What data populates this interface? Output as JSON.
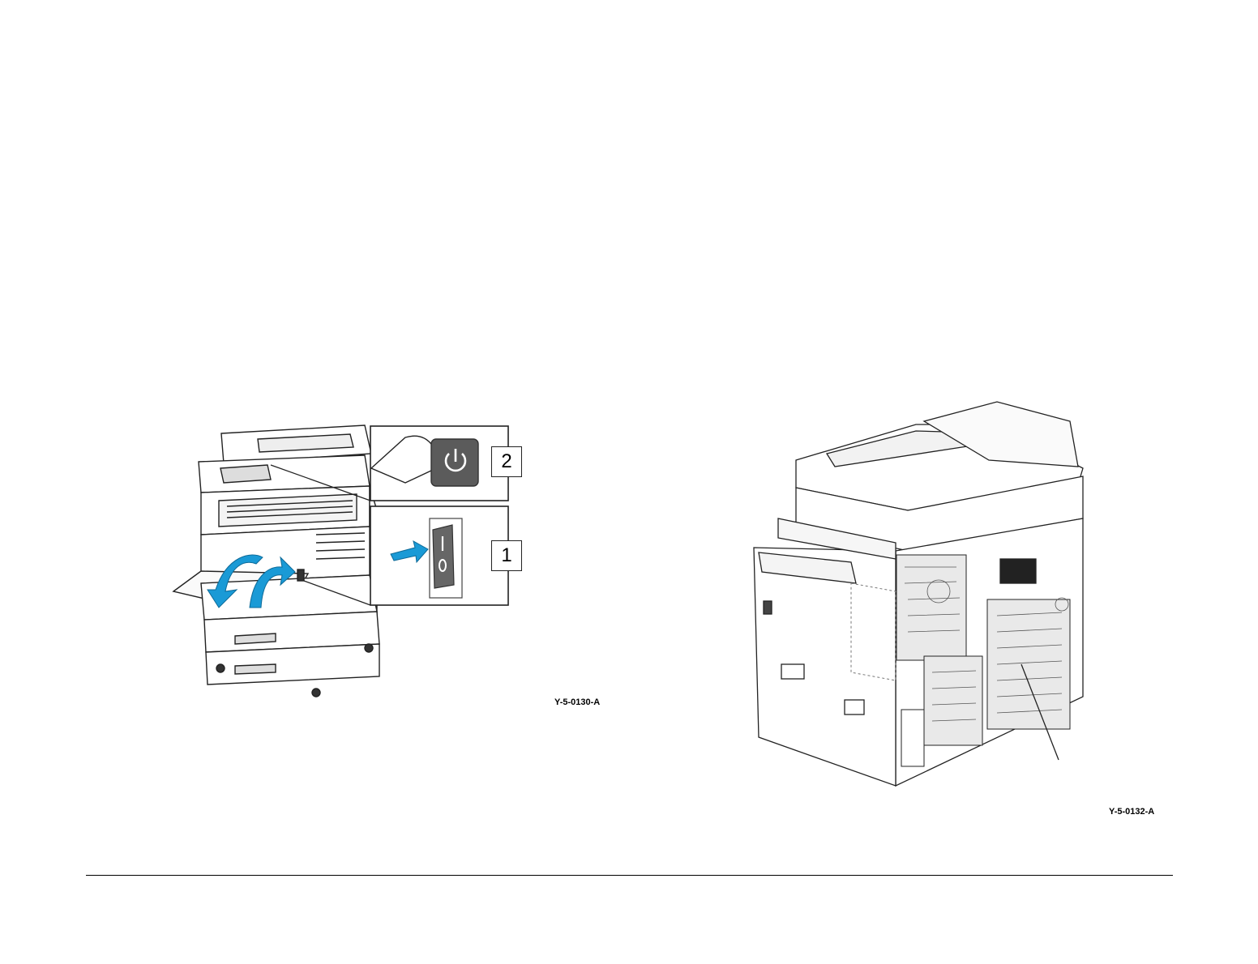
{
  "figures": [
    {
      "id": "Y-5-0130-A",
      "callouts": [
        "2",
        "1"
      ],
      "icons": [
        "power-button-icon",
        "rocker-switch-icon",
        "arrow-icon"
      ],
      "accent_color": "#1a9ad6"
    },
    {
      "id": "Y-5-0132-A",
      "icons": [
        "printer-rear-view"
      ]
    }
  ]
}
